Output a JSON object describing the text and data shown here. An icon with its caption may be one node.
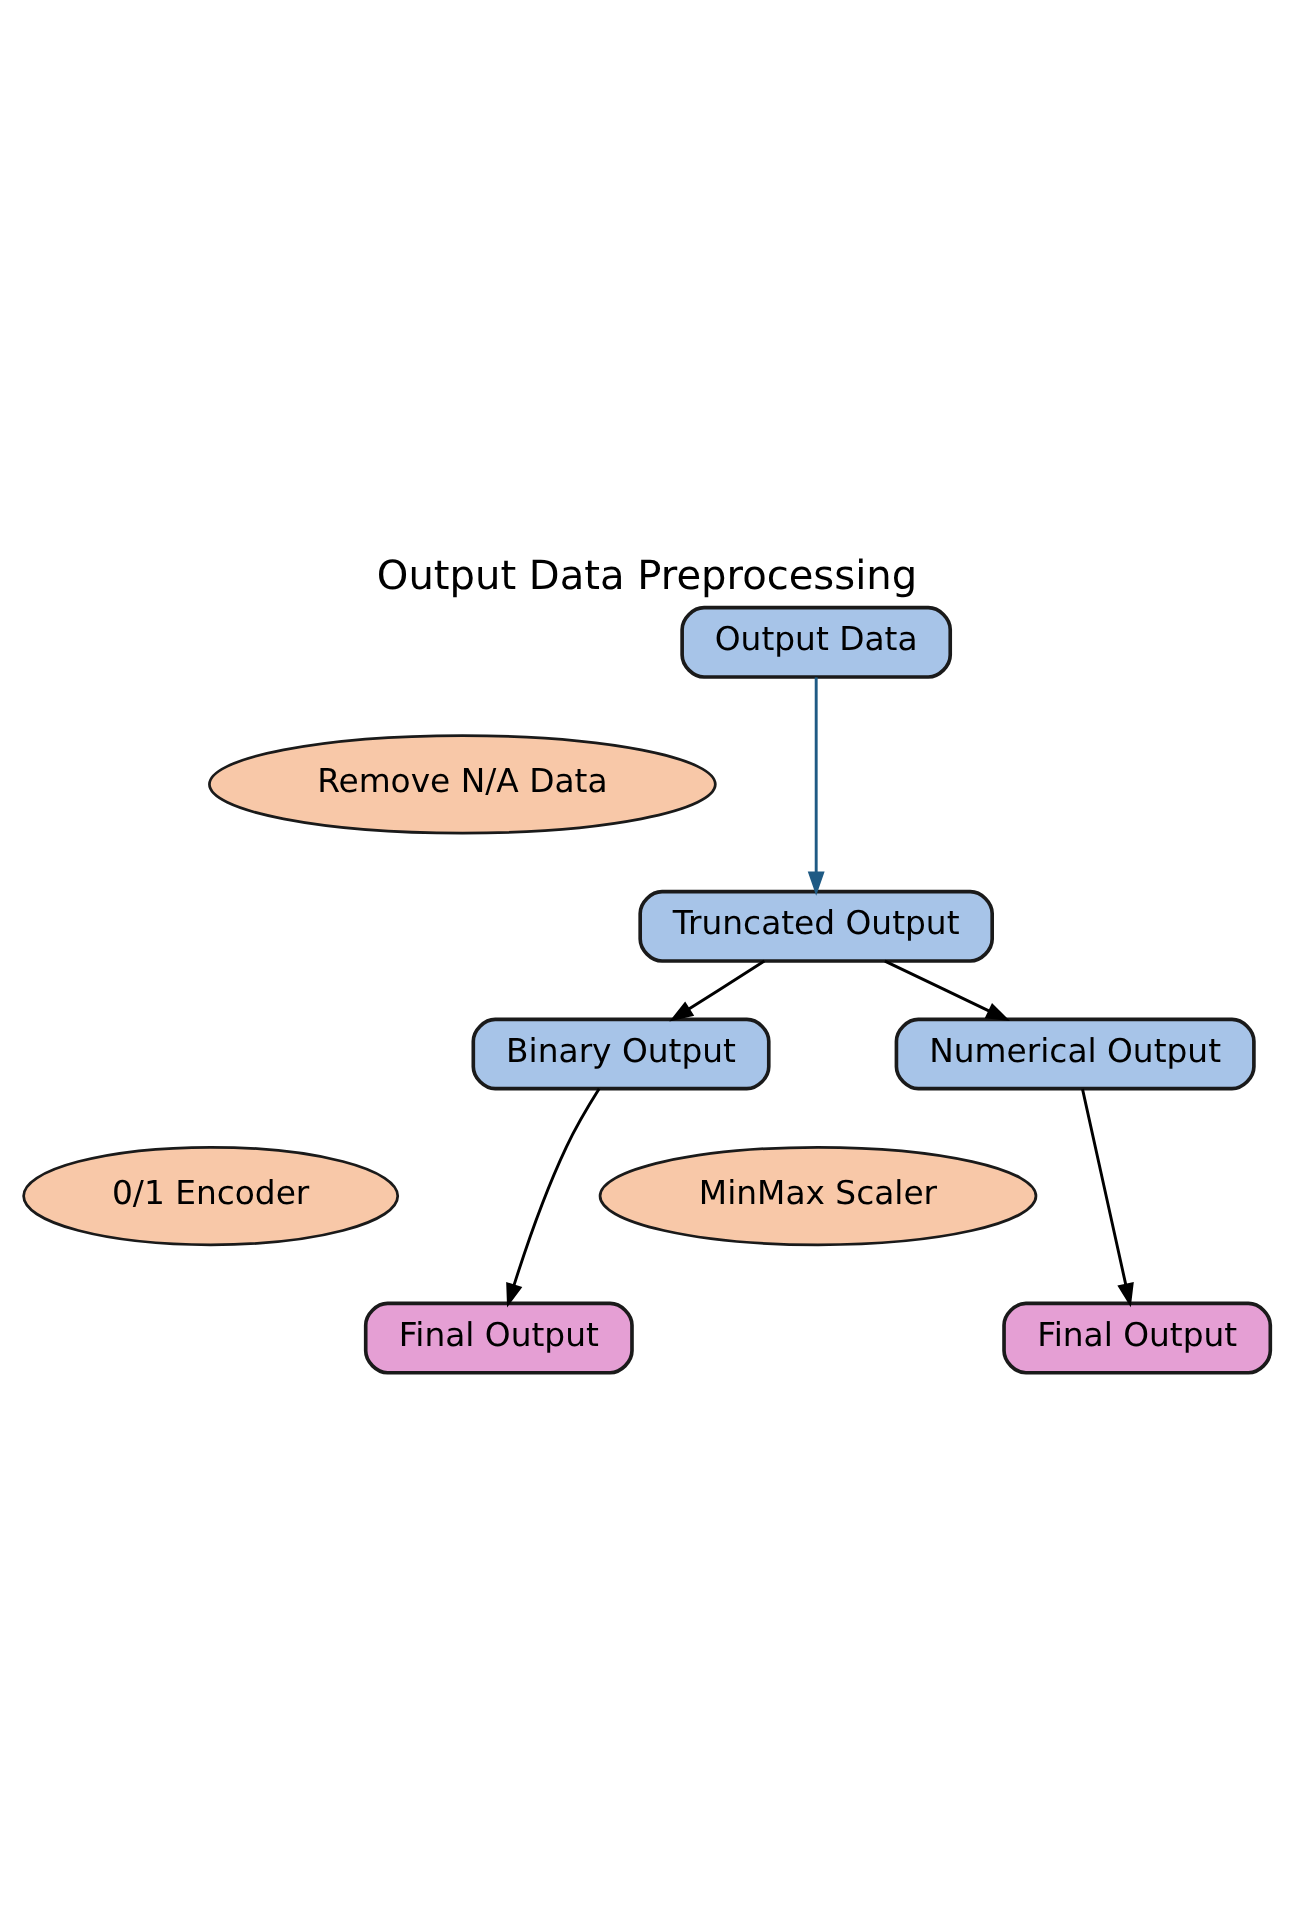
{
  "diagram": {
    "title": "Output Data Preprocessing",
    "nodes": [
      {
        "text": [
          "Output Data"
        ]
      },
      {
        "text": [
          "Remove N/A Data"
        ]
      },
      {
        "text": [
          "Truncated Output"
        ]
      },
      {
        "text": [
          "Binary Output"
        ]
      },
      {
        "text": [
          "Numerical Output"
        ]
      },
      {
        "text": [
          "0/1 Encoder"
        ]
      },
      {
        "text": [
          "MinMax Scaler"
        ]
      },
      {
        "text": [
          "Final Output"
        ]
      },
      {
        "text": [
          "Final Output"
        ]
      }
    ],
    "edges": [
      {
        "from": 0,
        "to": 2,
        "arrow": "to",
        "color": "#1f5a84"
      },
      {
        "from": 2,
        "to": 3,
        "arrow": "to"
      },
      {
        "from": 2,
        "to": 4,
        "arrow": "to"
      },
      {
        "from": 3,
        "to": 7,
        "arrow": "to"
      },
      {
        "from": 4,
        "to": 8,
        "arrow": "to"
      }
    ]
  }
}
